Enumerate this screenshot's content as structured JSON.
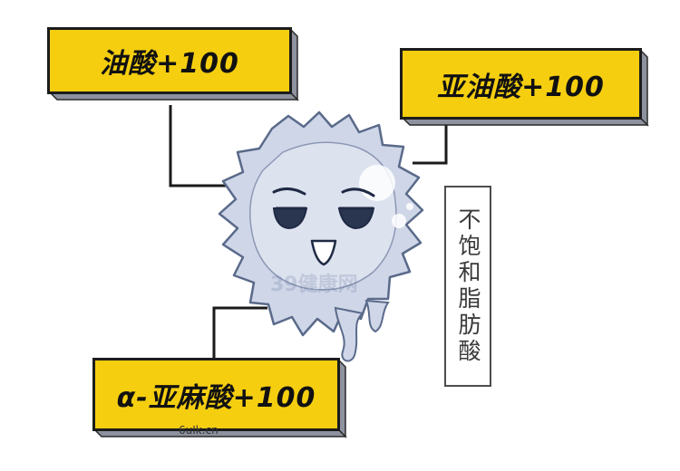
{
  "boxes": {
    "oleic": "油酸+100",
    "linoleic": "亚油酸+100",
    "alpha_linolenic": "α-亚麻酸+100"
  },
  "side_label": "不饱和脂肪酸",
  "watermark_main": "39健康网",
  "watermark_small": "6uIk.cn",
  "colors": {
    "box_fill": "#f5ce0f",
    "box_border": "#1c1c1c",
    "box_shadow": "#8d929e",
    "creature_fill": "#cfd6e8",
    "creature_outline": "#5a6a8a"
  }
}
